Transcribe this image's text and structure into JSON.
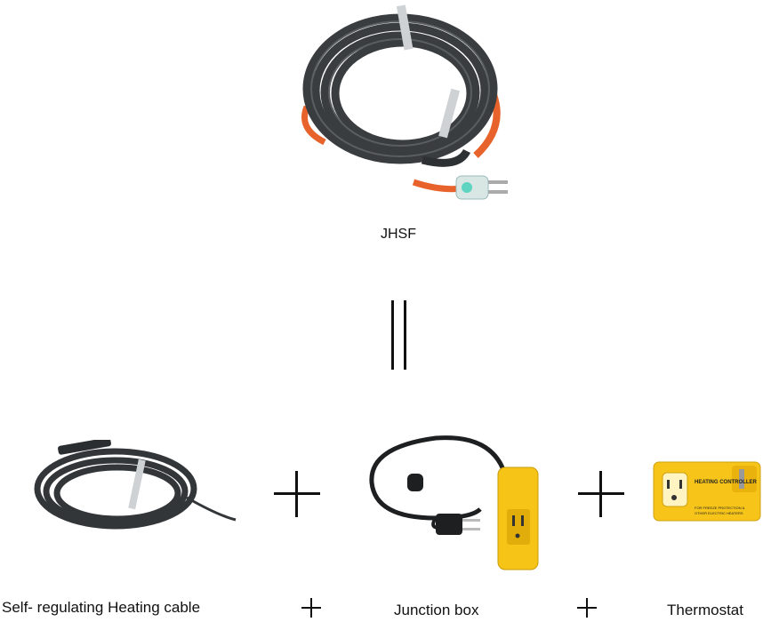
{
  "product": {
    "name": "JHSF"
  },
  "equals_sign": "||",
  "components": [
    {
      "label": "Self- regulating Heating cable"
    },
    {
      "label": "Junction box"
    },
    {
      "label": "Thermostat"
    }
  ],
  "plus_sign": "+",
  "controller": {
    "title": "HEATING CONTROLLER",
    "subtitle_1": "FOR FREEZE PROTECTION &",
    "subtitle_2": "OTHER ELECTRIC HEATERS"
  }
}
